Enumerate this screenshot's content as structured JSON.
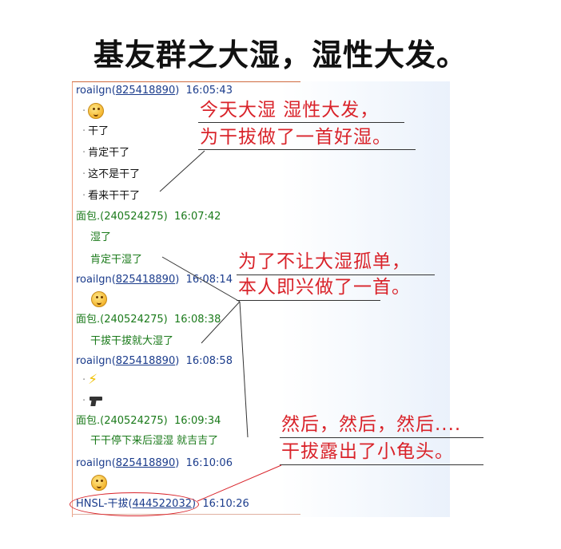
{
  "title": "基友群之大湿，湿性大发。",
  "messages": [
    {
      "sender": "roailgn",
      "qq": "825418890",
      "time": "16:05:43"
    },
    {
      "sender": "面包.",
      "qq": "240524275",
      "time": "16:07:42"
    },
    {
      "sender": "roailgn",
      "qq": "825418890",
      "time": "16:08:14"
    },
    {
      "sender": "面包.",
      "qq": "240524275",
      "time": "16:08:38"
    },
    {
      "sender": "roailgn",
      "qq": "825418890",
      "time": "16:08:58"
    },
    {
      "sender": "面包.",
      "qq": "240524275",
      "time": "16:09:34"
    },
    {
      "sender": "roailgn",
      "qq": "825418890",
      "time": "16:10:06"
    },
    {
      "sender": "HNSL-干拔",
      "qq": "444522032",
      "time": "16:10:26"
    }
  ],
  "lines": {
    "m1_2": "干了",
    "m1_3": "肯定干了",
    "m1_4": "这不是干了",
    "m1_5": "看来干干了",
    "m2_1": "湿了",
    "m2_2": "肯定干湿了",
    "m4_1": "干拔干拔就大湿了",
    "m6_1": "干干停下来后湿湿 就吉吉了"
  },
  "icons": {
    "emoji_1": "dizzy-face-icon",
    "emoji_2": "smirk-face-icon",
    "emoji_3": "lightning-icon",
    "emoji_4": "pistol-icon",
    "emoji_5": "grin-face-icon"
  },
  "annotations": {
    "a1_l1": "今天大湿 湿性大发，",
    "a1_l2": "为干拔做了一首好湿。",
    "a2_l1": "为了不让大湿孤单，",
    "a2_l2": "本人即兴做了一首。",
    "a3_l1": "然后，然后，然后....",
    "a3_l2": "干拔露出了小龟头。"
  },
  "colors": {
    "annotation": "#d9232a",
    "sender_blue": "#1b3c8c",
    "sender_green": "#1a7a1a"
  }
}
